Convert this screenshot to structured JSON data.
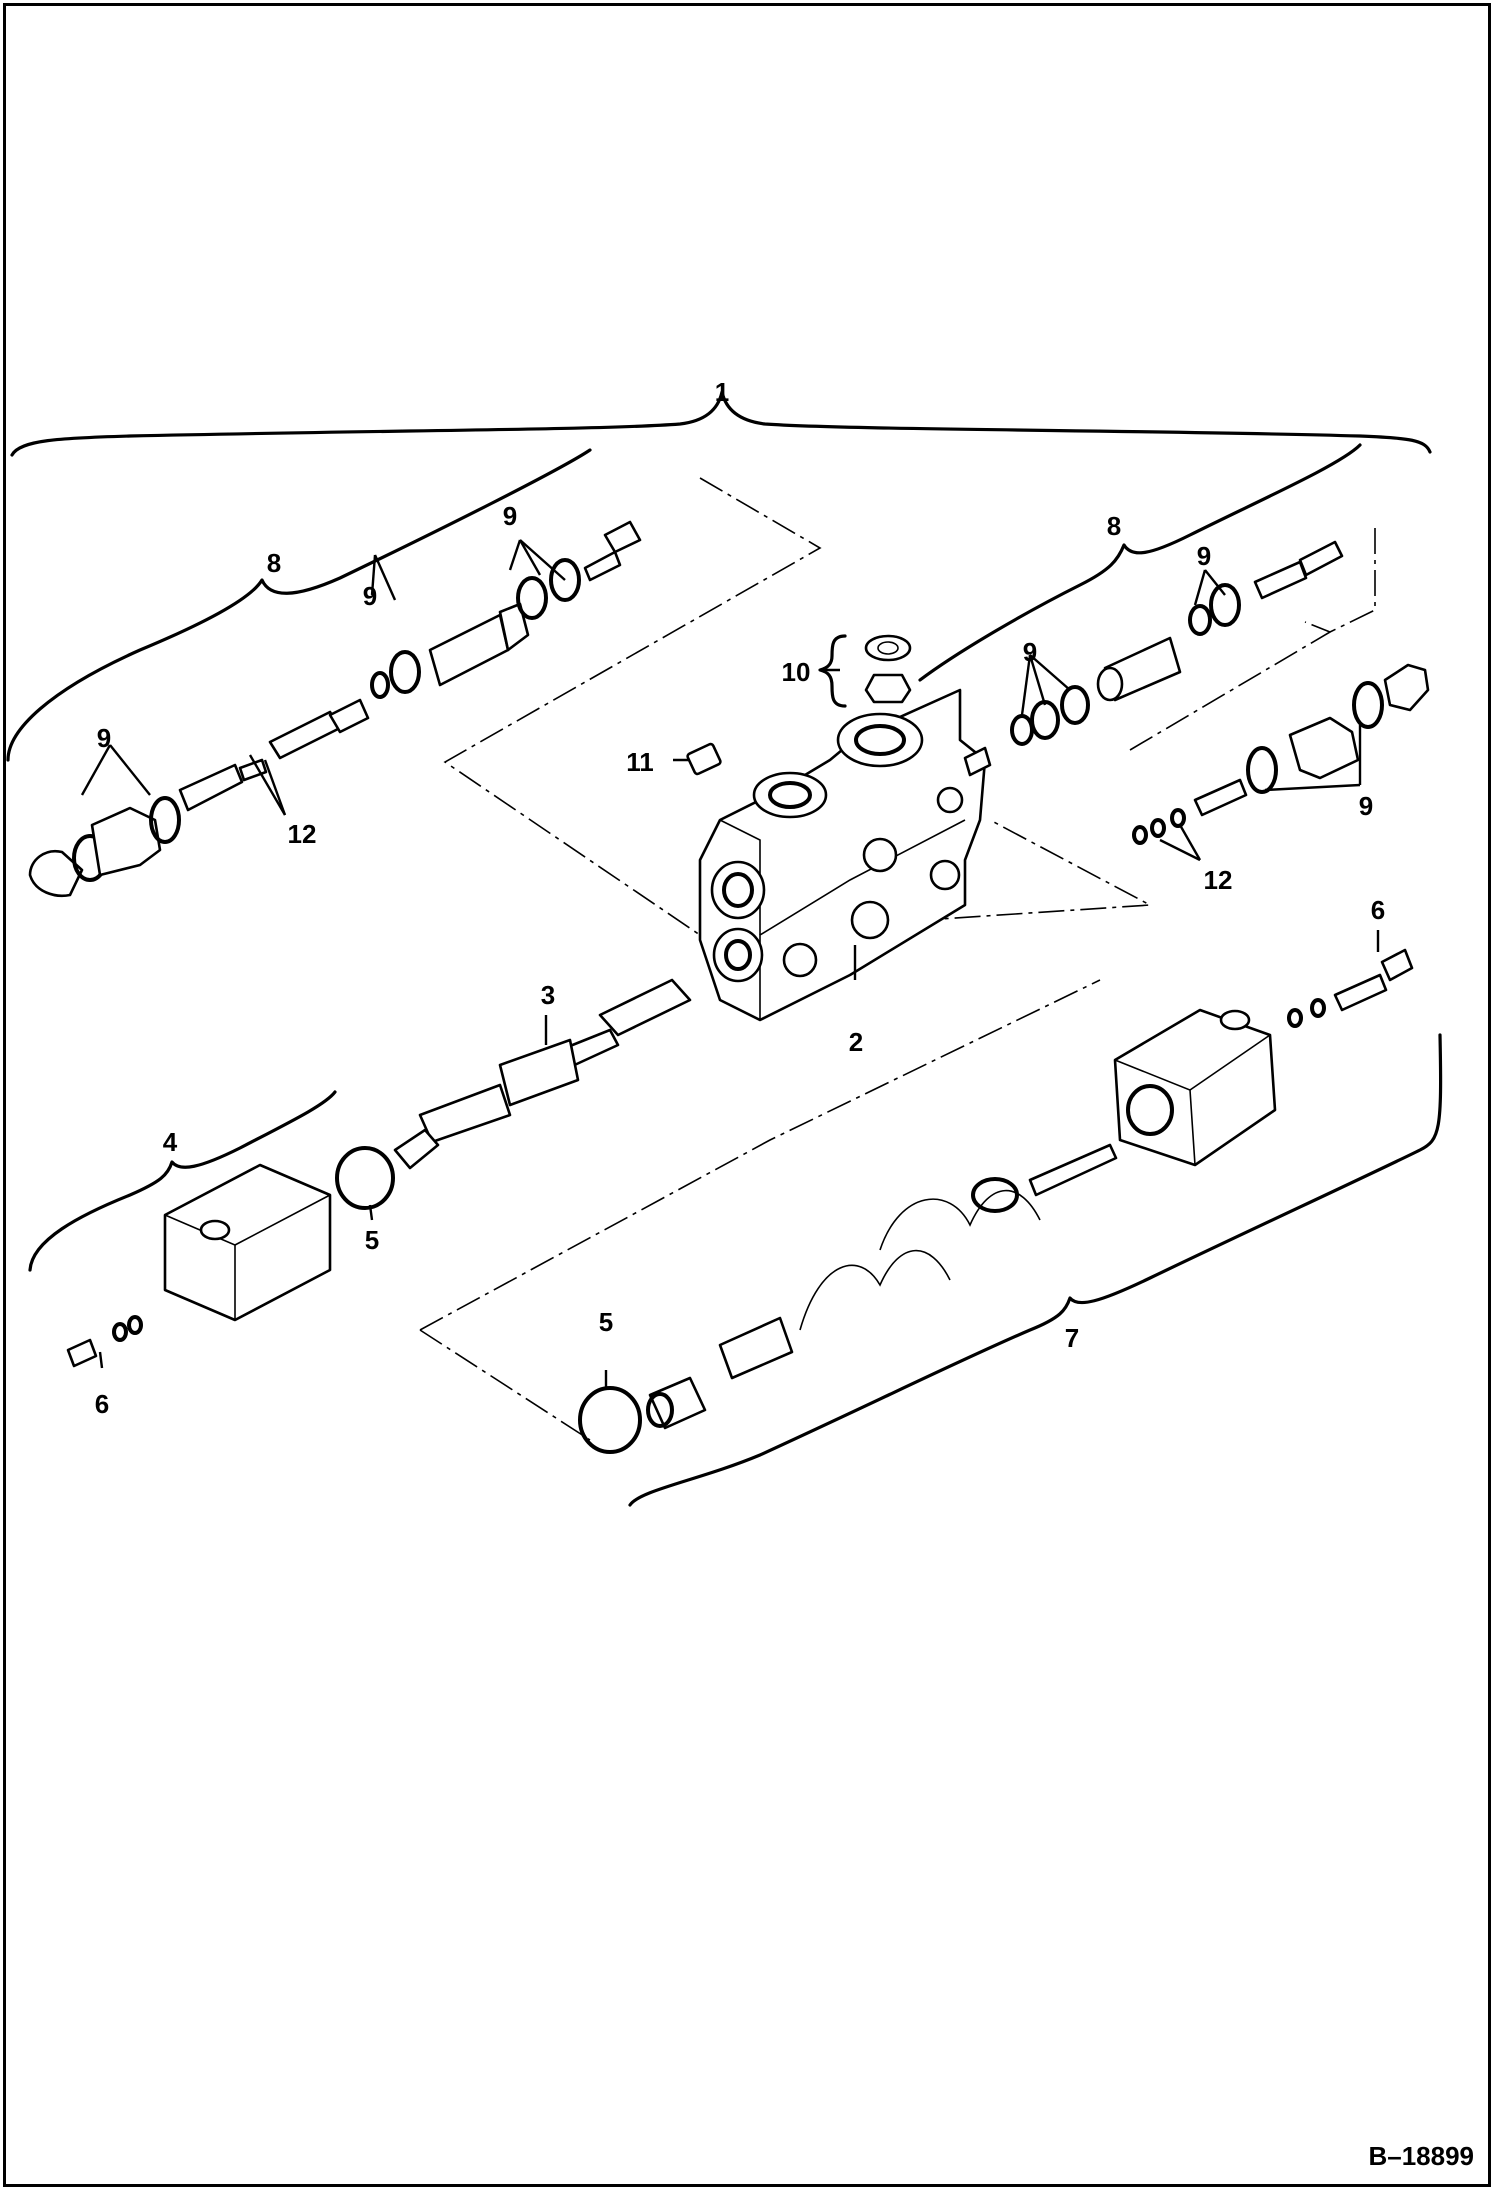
{
  "callouts": {
    "c1": "1",
    "c2": "2",
    "c3": "3",
    "c4": "4",
    "c5a": "5",
    "c5b": "5",
    "c6a": "6",
    "c6b": "6",
    "c7": "7",
    "c8a": "8",
    "c8b": "8",
    "c9a": "9",
    "c9b": "9",
    "c9c": "9",
    "c9d": "9",
    "c9e": "9",
    "c9f": "9",
    "c10": "10",
    "c11": "11",
    "c12a": "12",
    "c12b": "12"
  },
  "figure_id": "B–18899"
}
